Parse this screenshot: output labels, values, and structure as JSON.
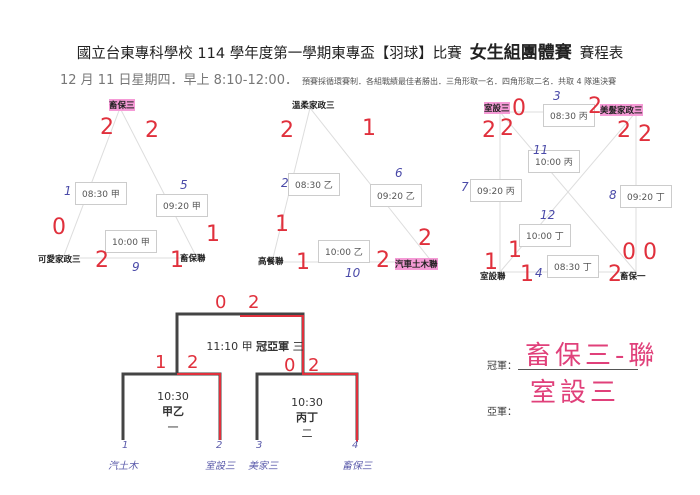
{
  "header": {
    "title_pre": "國立台東專科學校 114 學年度第一學期東專盃【羽球】比賽",
    "title_big": "女生組團體賽",
    "title_post": "賽程表",
    "date": "12 月 11 日星期四．早上 8:10-12:00．",
    "rules": "預賽採循環賽制．各組戰績最佳者勝出．三角形取一名．四角形取二名．共取 4 隊進決賽"
  },
  "group_a": {
    "teams": [
      "畜保三",
      "可愛家政三",
      "畜保聯"
    ],
    "matches": [
      "08:30 甲",
      "09:20 甲",
      "10:00 甲"
    ],
    "scores": [
      "2",
      "2",
      "0",
      "1",
      "2",
      "1"
    ],
    "notes": [
      "1",
      "5",
      "9"
    ]
  },
  "group_b": {
    "teams": [
      "溫柔家政三",
      "高餐聯",
      "汽車土木聯"
    ],
    "matches": [
      "08:30 乙",
      "09:20 乙",
      "10:00 乙"
    ],
    "scores": [
      "2",
      "1",
      "1",
      "2",
      "1",
      "2"
    ],
    "notes": [
      "2",
      "6",
      "10"
    ]
  },
  "group_c": {
    "teams": [
      "室設三",
      "美髮家政三",
      "室設聯",
      "畜保一"
    ],
    "matches": [
      "08:30 丙",
      "10:00 丙",
      "09:20 丙",
      "09:20 丁",
      "10:00 丁",
      "08:30 丁"
    ],
    "scores": [
      "0",
      "2",
      "2",
      "2",
      "2",
      "2",
      "1",
      "1",
      "1",
      "0",
      "0",
      "2"
    ],
    "notes": [
      "3",
      "11",
      "7",
      "8",
      "12",
      "4"
    ]
  },
  "bracket": {
    "final_time": "11:10 甲",
    "final_label": "冠亞軍",
    "final_mark": "三",
    "semi1_time": "10:30",
    "semi1_label": "甲乙",
    "semi1_mark": "一",
    "semi2_time": "10:30",
    "semi2_label": "丙丁",
    "semi2_mark": "二",
    "final_scores": [
      "0",
      "2"
    ],
    "semi1_scores": [
      "1",
      "2"
    ],
    "semi2_scores": [
      "0",
      "2"
    ],
    "seeds": [
      "1",
      "2",
      "3",
      "4"
    ],
    "entrants": [
      "汽土木",
      "室設三",
      "美家三",
      "畜保三"
    ],
    "highlight_color": "#e0303c"
  },
  "results": {
    "champion_label": "冠軍：",
    "champion": "畜保三-聯",
    "runner_up_label": "亞軍：",
    "runner_up": "室設三"
  },
  "colors": {
    "score_red": "#e0303c",
    "highlight_pink": "#f59ad6",
    "note_blue": "#4a4aa8"
  }
}
